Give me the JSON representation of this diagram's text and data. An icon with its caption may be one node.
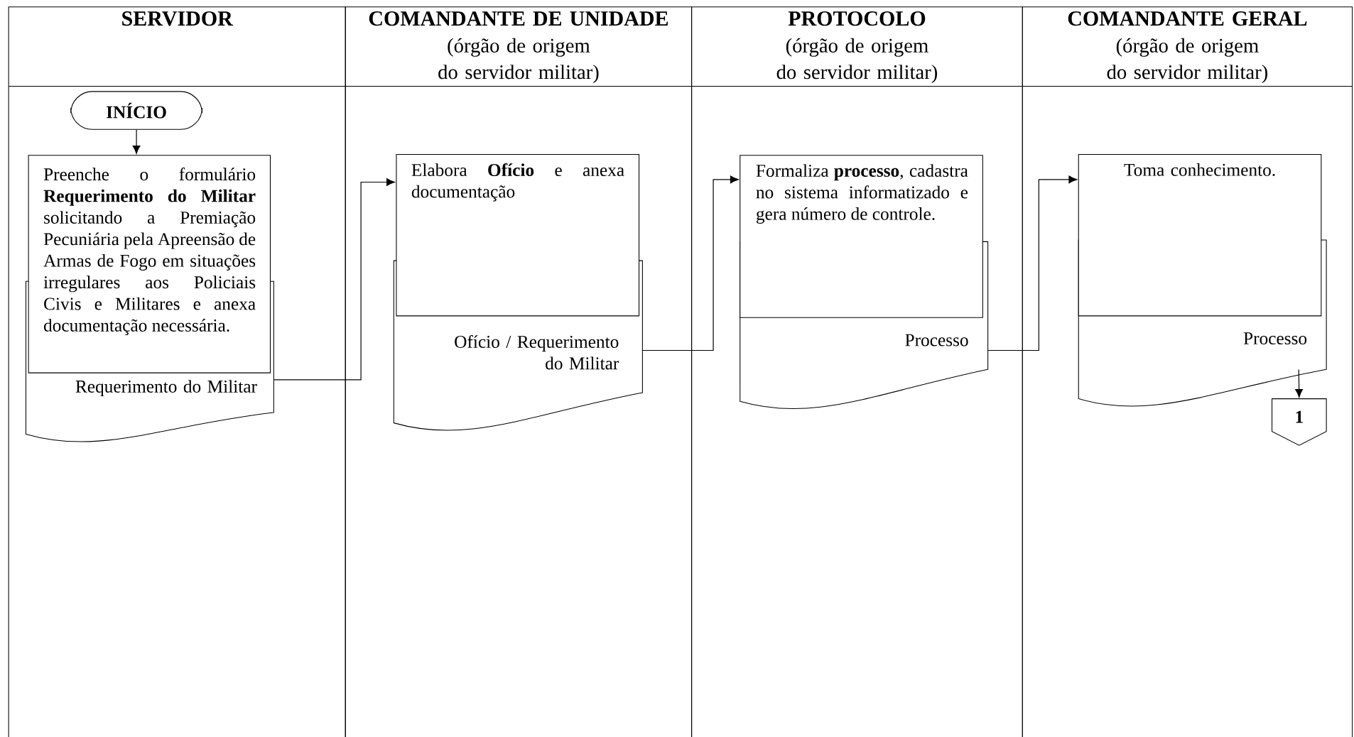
{
  "diagram": {
    "nodes": [
      {
        "text": [
          "SERVIDOR"
        ]
      },
      {
        "text": [
          "INÍCIO"
        ],
        "in": 0
      },
      {
        "text": [
          "Preenche o formulário **Requerimento do Militar** solicitando a Premiação Pecuniária pela Apreensão de Armas de Fogo em situações irregulares aos Policiais Civis e Militares e anexa documentação necessária."
        ],
        "in": 0
      },
      {
        "text": [
          "Requerimento do Militar"
        ],
        "in": 0
      },
      {
        "text": [
          "COMANDANTE DE UNIDADE",
          "(órgão de origem do servidor militar)"
        ]
      },
      {
        "text": [
          "Elabora **Ofício** e anexa documentação"
        ],
        "in": 4
      },
      {
        "text": [
          "Ofício / Requerimento do Militar"
        ],
        "in": 4
      },
      {
        "text": [
          "PROTOCOLO",
          "(órgão de origem do servidor militar)"
        ]
      },
      {
        "text": [
          "Formaliza **processo**, cadastra no sistema informatizado e gera número de controle."
        ],
        "in": 7
      },
      {
        "text": [
          "Processo"
        ],
        "in": 7
      },
      {
        "text": [
          "COMANDANTE GERAL",
          "(órgão de origem do servidor militar)"
        ]
      },
      {
        "text": [
          "Toma conhecimento."
        ],
        "in": 10
      },
      {
        "text": [
          "Processo"
        ],
        "in": 10
      },
      {
        "text": [
          "1"
        ],
        "in": 10
      }
    ],
    "edges": [
      {
        "from": 1,
        "to": 2,
        "arrow": "to"
      },
      {
        "from": 3,
        "to": 5,
        "arrow": "to"
      },
      {
        "from": 6,
        "to": 8,
        "arrow": "to"
      },
      {
        "from": 9,
        "to": 11,
        "arrow": "to"
      },
      {
        "from": 12,
        "to": 13,
        "arrow": "to"
      }
    ]
  }
}
